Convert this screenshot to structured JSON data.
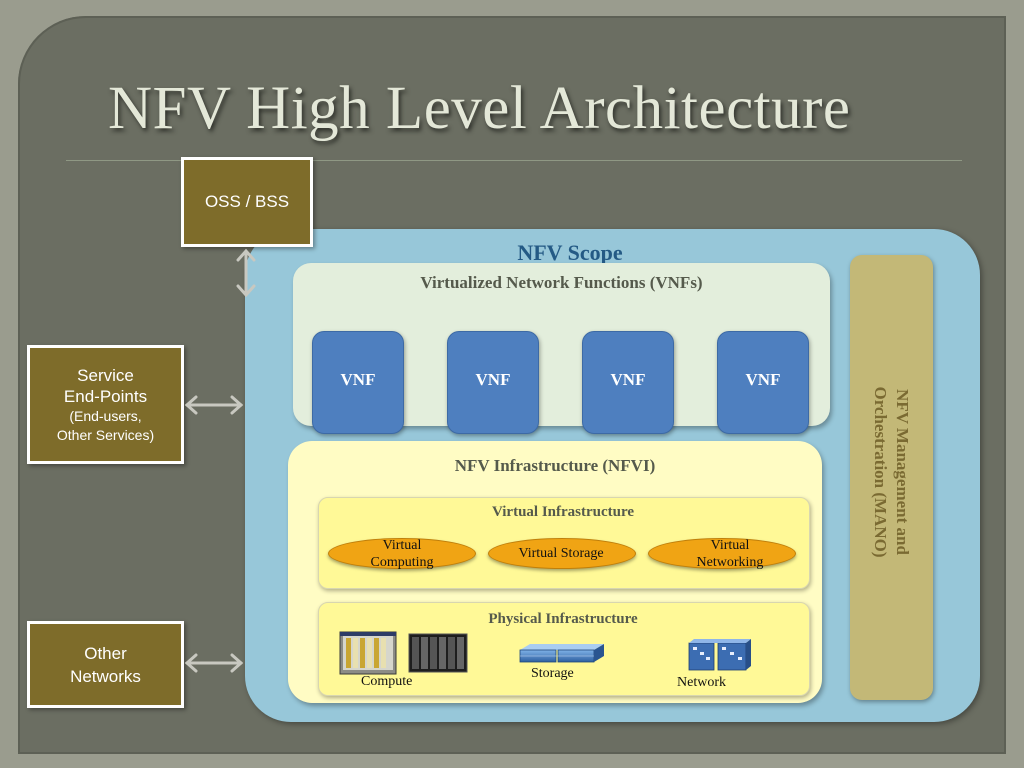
{
  "title": "NFV High Level Architecture",
  "oss": "OSS / BSS",
  "service_endpoints": {
    "line1": "Service",
    "line2": "End-Points",
    "line3": "(End-users,",
    "line4": "Other Services)"
  },
  "other_networks": {
    "line1": "Other",
    "line2": "Networks"
  },
  "nfv_scope": "NFV Scope",
  "vnfs": {
    "label": "Virtualized Network Functions (VNFs)",
    "items": [
      "VNF",
      "VNF",
      "VNF",
      "VNF"
    ]
  },
  "nfvi": {
    "label": "NFV Infrastructure (NFVI)",
    "virtual": {
      "label": "Virtual Infrastructure",
      "items": [
        {
          "line1": "Virtual",
          "line2": "Computing"
        },
        {
          "line1": "Virtual Storage",
          "line2": ""
        },
        {
          "line1": "Virtual",
          "line2": "Networking"
        }
      ]
    },
    "physical": {
      "label": "Physical Infrastructure",
      "items": [
        "Compute",
        "Storage",
        "Network"
      ]
    }
  },
  "mano": {
    "line1": "NFV Management and",
    "line2": "Orchestration (MANO)"
  },
  "colors": {
    "background": "#6b6e62",
    "olive_box": "#7e6c2a",
    "scope": "#97c7d9",
    "vnf": "#4e7fbf",
    "nfvi": "#fffcc4",
    "oval": "#f0a414",
    "mano": "#c3b877"
  },
  "icons": [
    "compute-server-icon",
    "storage-array-icon",
    "network-switch-icon",
    "double-arrow-icon"
  ]
}
